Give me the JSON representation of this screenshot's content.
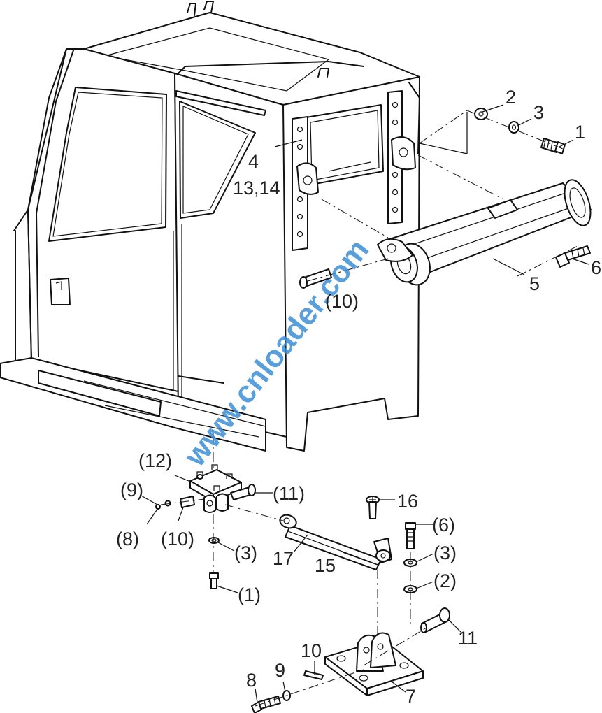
{
  "watermark": "www.cnloader.com",
  "callouts": {
    "c1": "1",
    "c2": "2",
    "c3": "3",
    "c4": "4",
    "c13_14": "13,14",
    "c5": "5",
    "c6": "6",
    "c10_top": "(10)",
    "c12": "(12)",
    "c9": "(9)",
    "c11": "(11)",
    "c8": "(8)",
    "c10_mid": "(10)",
    "c3_mid": "(3)",
    "c17": "17",
    "c1_mid": "(1)",
    "c16": "16",
    "c15": "15",
    "c6_r": "(6)",
    "c3_r": "(3)",
    "c2_r": "(2)",
    "c11_b": "11",
    "c10_b": "10",
    "c9_b": "9",
    "c8_b": "8",
    "c7": "7"
  }
}
